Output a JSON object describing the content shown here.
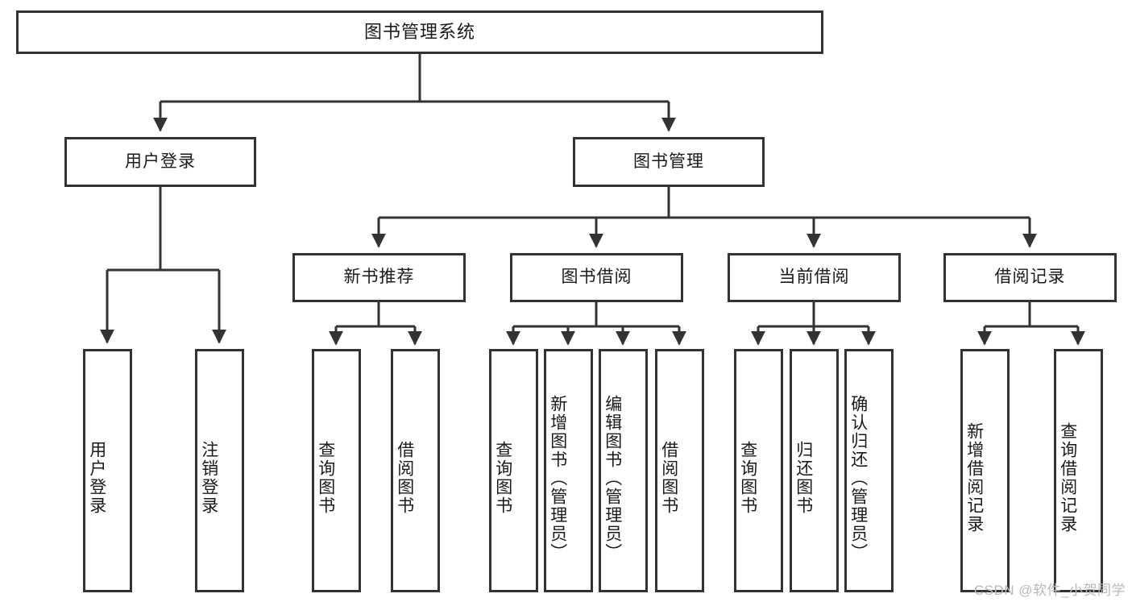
{
  "diagram": {
    "title": "图书管理系统",
    "watermark": "CSDN @软件_小贺同学",
    "line_color": "#333333",
    "box_fill": "#ffffff",
    "text_color": "#1a1a1a",
    "nodes": {
      "root": {
        "label": "图书管理系统"
      },
      "level2": [
        {
          "label": "用户登录"
        },
        {
          "label": "图书管理"
        }
      ],
      "level3": [
        {
          "label": "新书推荐"
        },
        {
          "label": "图书借阅"
        },
        {
          "label": "当前借阅"
        },
        {
          "label": "借阅记录"
        }
      ],
      "leaves": {
        "user_login": [
          {
            "label": "用户登录"
          },
          {
            "label": "注销登录"
          }
        ],
        "new_book": [
          {
            "label": "查询图书"
          },
          {
            "label": "借阅图书"
          }
        ],
        "book_borrow": [
          {
            "label": "查询图书"
          },
          {
            "label": "新增图书（管理员）"
          },
          {
            "label": "编辑图书（管理员）"
          },
          {
            "label": "借阅图书"
          }
        ],
        "current_borrow": [
          {
            "label": "查询图书"
          },
          {
            "label": "归还图书"
          },
          {
            "label": "确认归还（管理员）"
          }
        ],
        "borrow_record": [
          {
            "label": "新增借阅记录"
          },
          {
            "label": "查询借阅记录"
          }
        ]
      }
    }
  }
}
